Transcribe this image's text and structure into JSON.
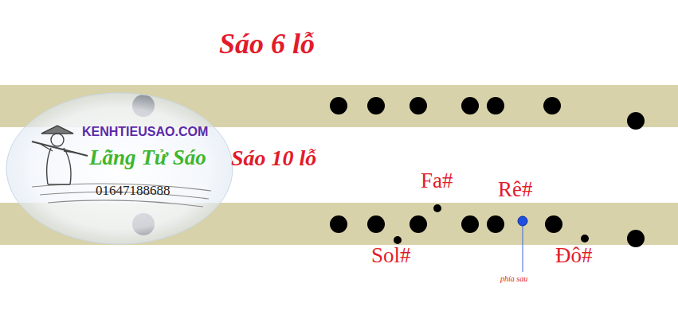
{
  "diagram": {
    "nodes": [
      {
        "text": [
          "Sáo 6 lỗ"
        ]
      },
      {
        "text": [
          "Sáo 10 lỗ"
        ]
      }
    ],
    "labels": [
      "KENHTIEUSAO.COM",
      "Lãng Tử Sáo",
      "01647188688",
      "Fa#",
      "Rê#",
      "Sol#",
      "Đô#",
      "phía sau"
    ]
  }
}
